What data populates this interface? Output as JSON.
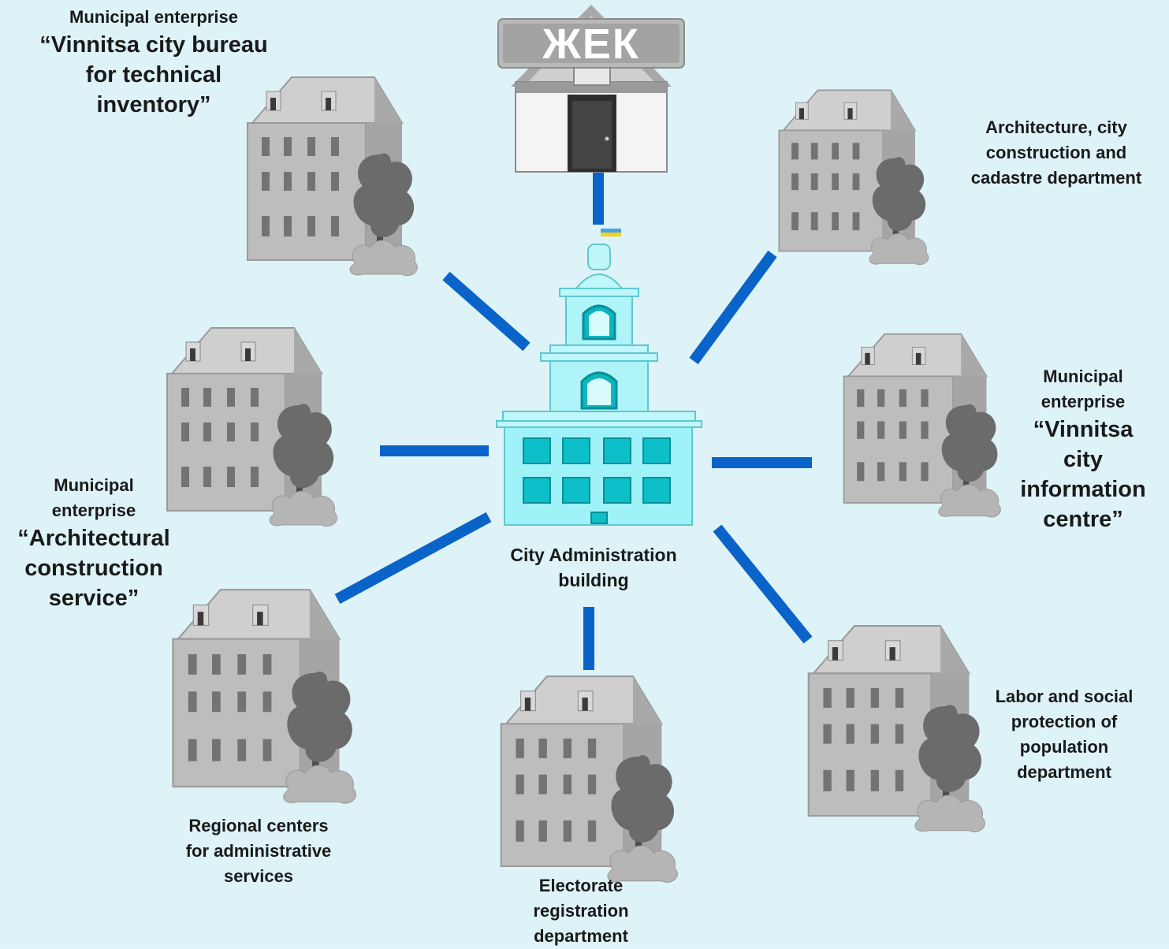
{
  "center": {
    "label_line1": "City  Administration",
    "label_line2": "building",
    "flag_colors": [
      "#4aa3e8",
      "#f2d21b"
    ]
  },
  "zhek": {
    "sign_text": "ЖЕК"
  },
  "nodes": {
    "bti": {
      "prefix": "Municipal enterprise",
      "name_lines": [
        "“Vinnitsa city bureau",
        "for technical",
        "inventory”"
      ]
    },
    "architecture": {
      "lines": [
        "Architecture, city",
        "construction and",
        "cadastre department"
      ]
    },
    "info_centre": {
      "prefix_lines": [
        "Municipal",
        "enterprise"
      ],
      "name_lines": [
        "“Vinnitsa",
        "city",
        "information",
        "centre”"
      ]
    },
    "arch_service": {
      "prefix_lines": [
        "Municipal",
        "enterprise"
      ],
      "name_lines": [
        "“Architectural",
        "construction",
        "service”"
      ]
    },
    "regional": {
      "lines": [
        "Regional centers",
        "for administrative",
        "services"
      ]
    },
    "electorate": {
      "lines": [
        "Electorate",
        "registration",
        "department"
      ]
    },
    "labor": {
      "lines": [
        "Labor and social",
        "protection of",
        "population",
        "department"
      ]
    }
  },
  "colors": {
    "link": "#0a63c9",
    "background": "#def3f7",
    "building_gray": "#bdbdbd",
    "center_cyan": "#9ff3f8"
  }
}
